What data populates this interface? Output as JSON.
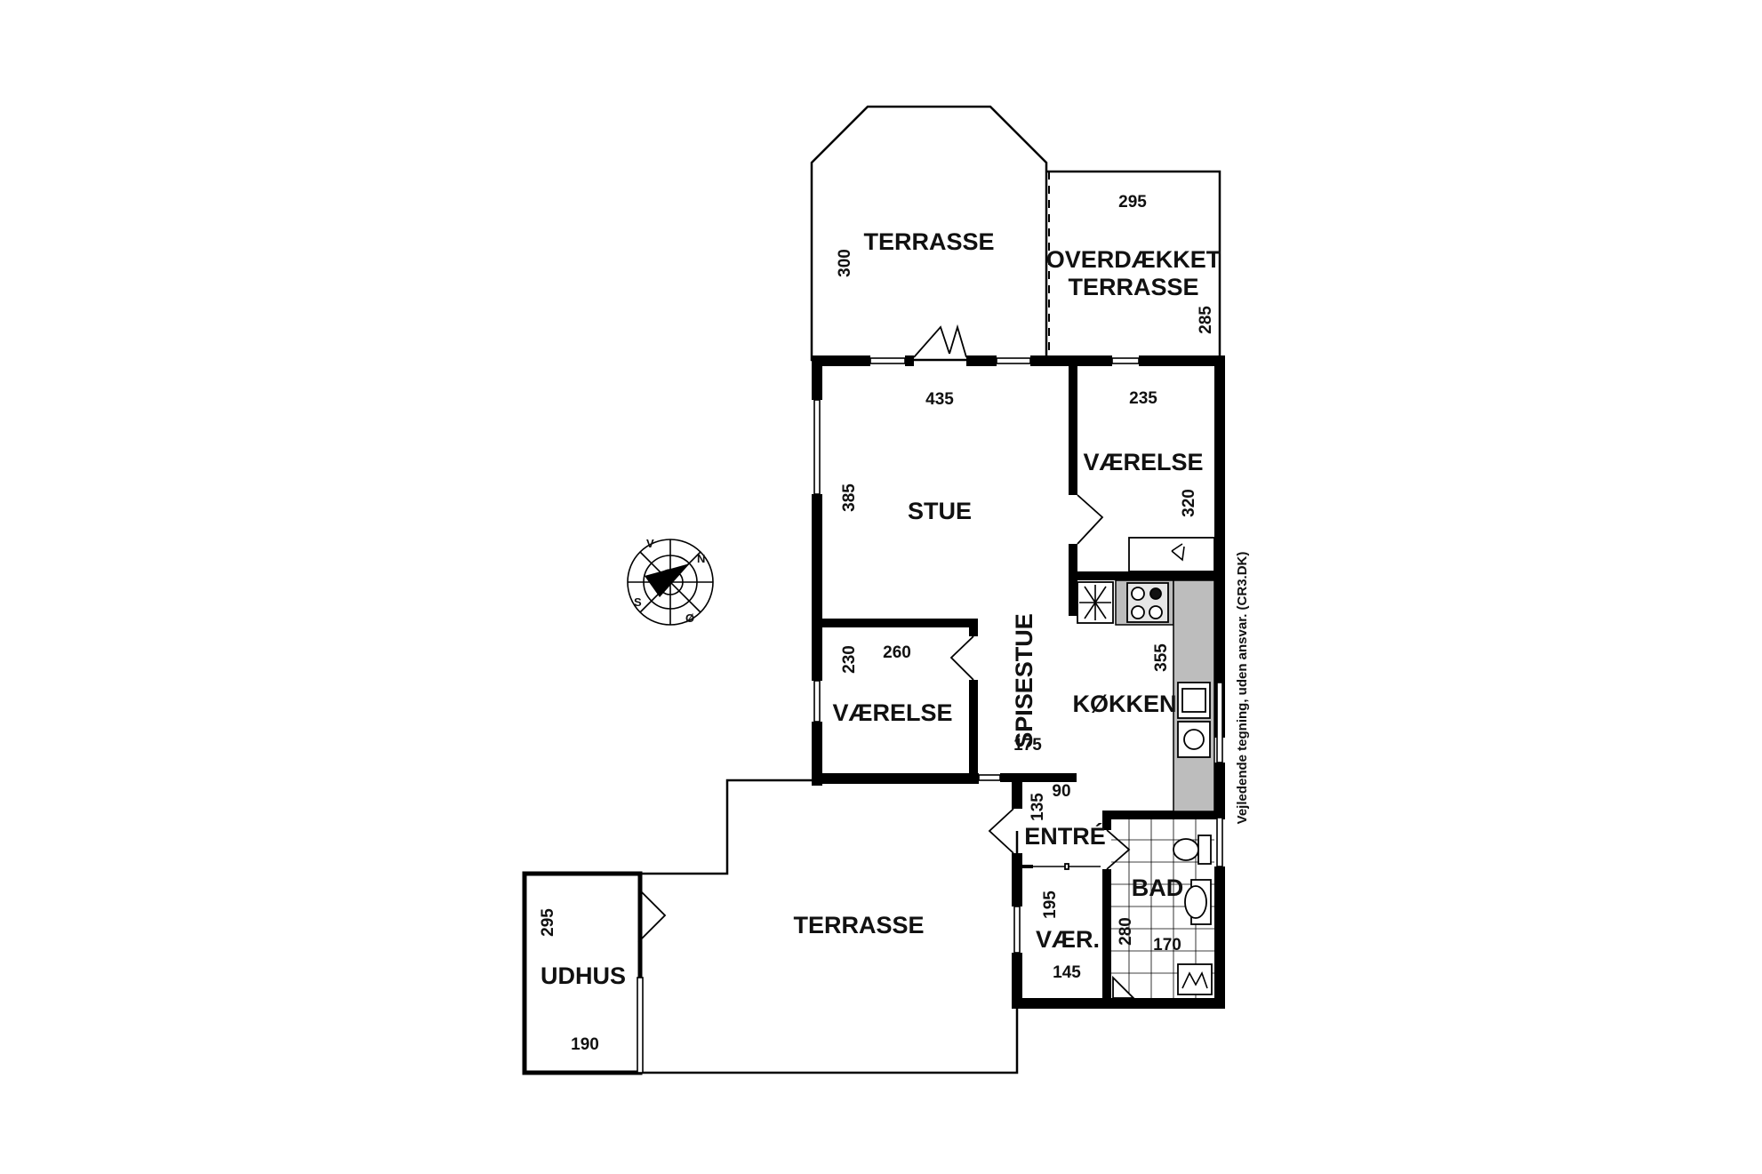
{
  "plan": {
    "rooms": {
      "terrasse_top": "TERRASSE",
      "overdaekket_line1": "OVERDÆKKET",
      "overdaekket_line2": "TERRASSE",
      "stue": "STUE",
      "vaerelse_right": "VÆRELSE",
      "vaerelse_left": "VÆRELSE",
      "spisestue": "SPISESTUE",
      "koekken": "KØKKEN",
      "entre": "ENTRÉ",
      "bad": "BAD",
      "vaer_small": "VÆR.",
      "terrasse_bottom": "TERRASSE",
      "udhus": "UDHUS"
    },
    "dimensions": {
      "terrasse_top_height": "300",
      "overdaekket_width": "295",
      "overdaekket_height": "285",
      "stue_width": "435",
      "stue_height": "385",
      "vaerelse_right_width": "235",
      "vaerelse_right_height": "320",
      "vaerelse_left_width": "260",
      "vaerelse_left_height": "230",
      "spisestue_width": "175",
      "koekken_height": "355",
      "entre_width": "90",
      "entre_height": "135",
      "vaer_height": "195",
      "vaer_width": "145",
      "bad_height": "280",
      "bad_width": "170",
      "udhus_height": "295",
      "udhus_width": "190"
    },
    "disclaimer": "Vejledende tegning, uden ansvar. (CR3.DK)"
  },
  "compass": {
    "north": "N",
    "south": "S",
    "east": "Ø",
    "west": "V"
  }
}
